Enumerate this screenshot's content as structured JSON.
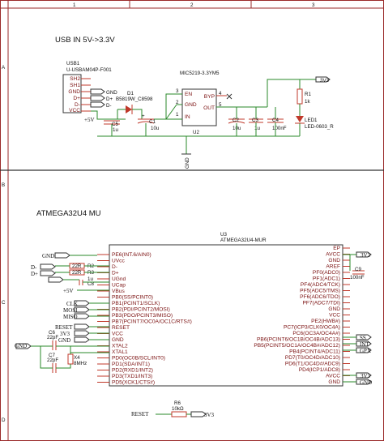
{
  "frame": {
    "columns": [
      "1",
      "2",
      "3"
    ],
    "rows": [
      "A",
      "B",
      "C",
      "D"
    ]
  },
  "power_section": {
    "title": "USB IN 5V->3.3V",
    "usb": {
      "ref": "USB1",
      "part": "U-USBAM04P-F001",
      "pins": [
        "SH2",
        "SH1",
        "GND",
        "D+",
        "D-",
        "VCC"
      ],
      "right_labels": [
        "GND",
        "D+",
        "D-"
      ],
      "supply": "+5V"
    },
    "d1": {
      "ref": "D1",
      "part": "B5819W_C8598"
    },
    "c5": {
      "ref": "C5",
      "value": "1u"
    },
    "c1": {
      "ref": "C1",
      "value": "10u"
    },
    "regulator": {
      "part": "MIC5219-3.3YM5",
      "ref": "U2",
      "pins_left": [
        "EN",
        "GND",
        "IN"
      ],
      "pins_right": [
        "BYP",
        "OUT"
      ],
      "pin_numbers": [
        "3",
        "2",
        "1",
        "4",
        "5"
      ]
    },
    "c2": {
      "ref": "C2",
      "value": "10u"
    },
    "c3": {
      "ref": "C3",
      "value": "1u"
    },
    "c4": {
      "ref": "C4",
      "value": "100nF"
    },
    "r1": {
      "ref": "R1",
      "value": "1k"
    },
    "led1": {
      "ref": "LED1",
      "part": "LED-0603_R"
    },
    "out_net": "3V3",
    "gnd_net": "GND"
  },
  "mcu_section": {
    "title": "ATMEGA32U4 MU",
    "ref": "U3",
    "part": "ATMEGA32U4-MUR",
    "left_pins": [
      "PE6(INT.6/AIN0)",
      "UVcc",
      "D-",
      "D+",
      "UGnd",
      "UCap",
      "VBus",
      "PB0(SS/PCINT0)",
      "PB1(PCINT1/SCLK)",
      "PB2(PDI/PCINT2/MOSI)",
      "PB3(PDO/PCINT3/MISO)",
      "PB7(PCINT7/OC0A/OC1C/RTS#)",
      "RESET",
      "VCC",
      "GND",
      "XTAL2",
      "XTAL1",
      "PD0(OC0B/SCL/INT0)",
      "PD1(SDA/INT1)",
      "PD2(RXD1/INT2)",
      "PD3(TXD1/INT3)",
      "PD5(XCK1/CTS#)"
    ],
    "right_pins": [
      "EP",
      "AVCC",
      "GND",
      "AREF",
      "PF0(ADC0)",
      "PF1(ADC1)",
      "PF4(ADC4/TCK)",
      "PF5(ADC5/TMS)",
      "PF6(ADC6/TDO)",
      "PF7(ADC7/TDI)",
      "GND",
      "VCC",
      "PE2(HWB#)",
      "PC7(ICP3/CLK0/OC4A)",
      "PC6(OC3A/OC4A#)",
      "PB6(PCINT6/OC1B/OC4B/ADC13)",
      "PB5(PCINT5/OC1A/OC4B#/ADC12)",
      "PB4(PCINT4/ADC11)",
      "PD7(T0/OC4D/ADC10)",
      "PD6(T1/OC4D#/ADC9)",
      "PD4(ICP1/ADC8)",
      "AVCC",
      "GND"
    ],
    "left_nets": {
      "gnd_top": "GND",
      "dminus": "D-",
      "dplus": "D+",
      "supply": "+5V",
      "clk": "CLK",
      "mosi": "MOSI",
      "miso": "MISO",
      "reset": "RESET",
      "v3": "3V3",
      "gnd": "GND",
      "gnd_xtal": "GND"
    },
    "right_nets": {
      "v3_top": "3V3",
      "ss": "SS",
      "int": "INT",
      "gpx": "GPX",
      "v3_bot": "3V3",
      "gnd_bot": "GND"
    },
    "r2": {
      "ref": "R2",
      "value": "22R"
    },
    "r3": {
      "ref": "R3",
      "value": "22R"
    },
    "c8": {
      "ref": "C8",
      "value": "1u"
    },
    "c6": {
      "ref": "C6",
      "value": "22pF"
    },
    "c7": {
      "ref": "C7",
      "value": "22pF"
    },
    "x4": {
      "ref": "X4",
      "value": "8MHz"
    },
    "c9": {
      "ref": "C9",
      "value": "100nF"
    },
    "r6": {
      "ref": "R6",
      "value": "10kΩ"
    },
    "reset_net": "RESET",
    "reset_pull": "3V3"
  }
}
